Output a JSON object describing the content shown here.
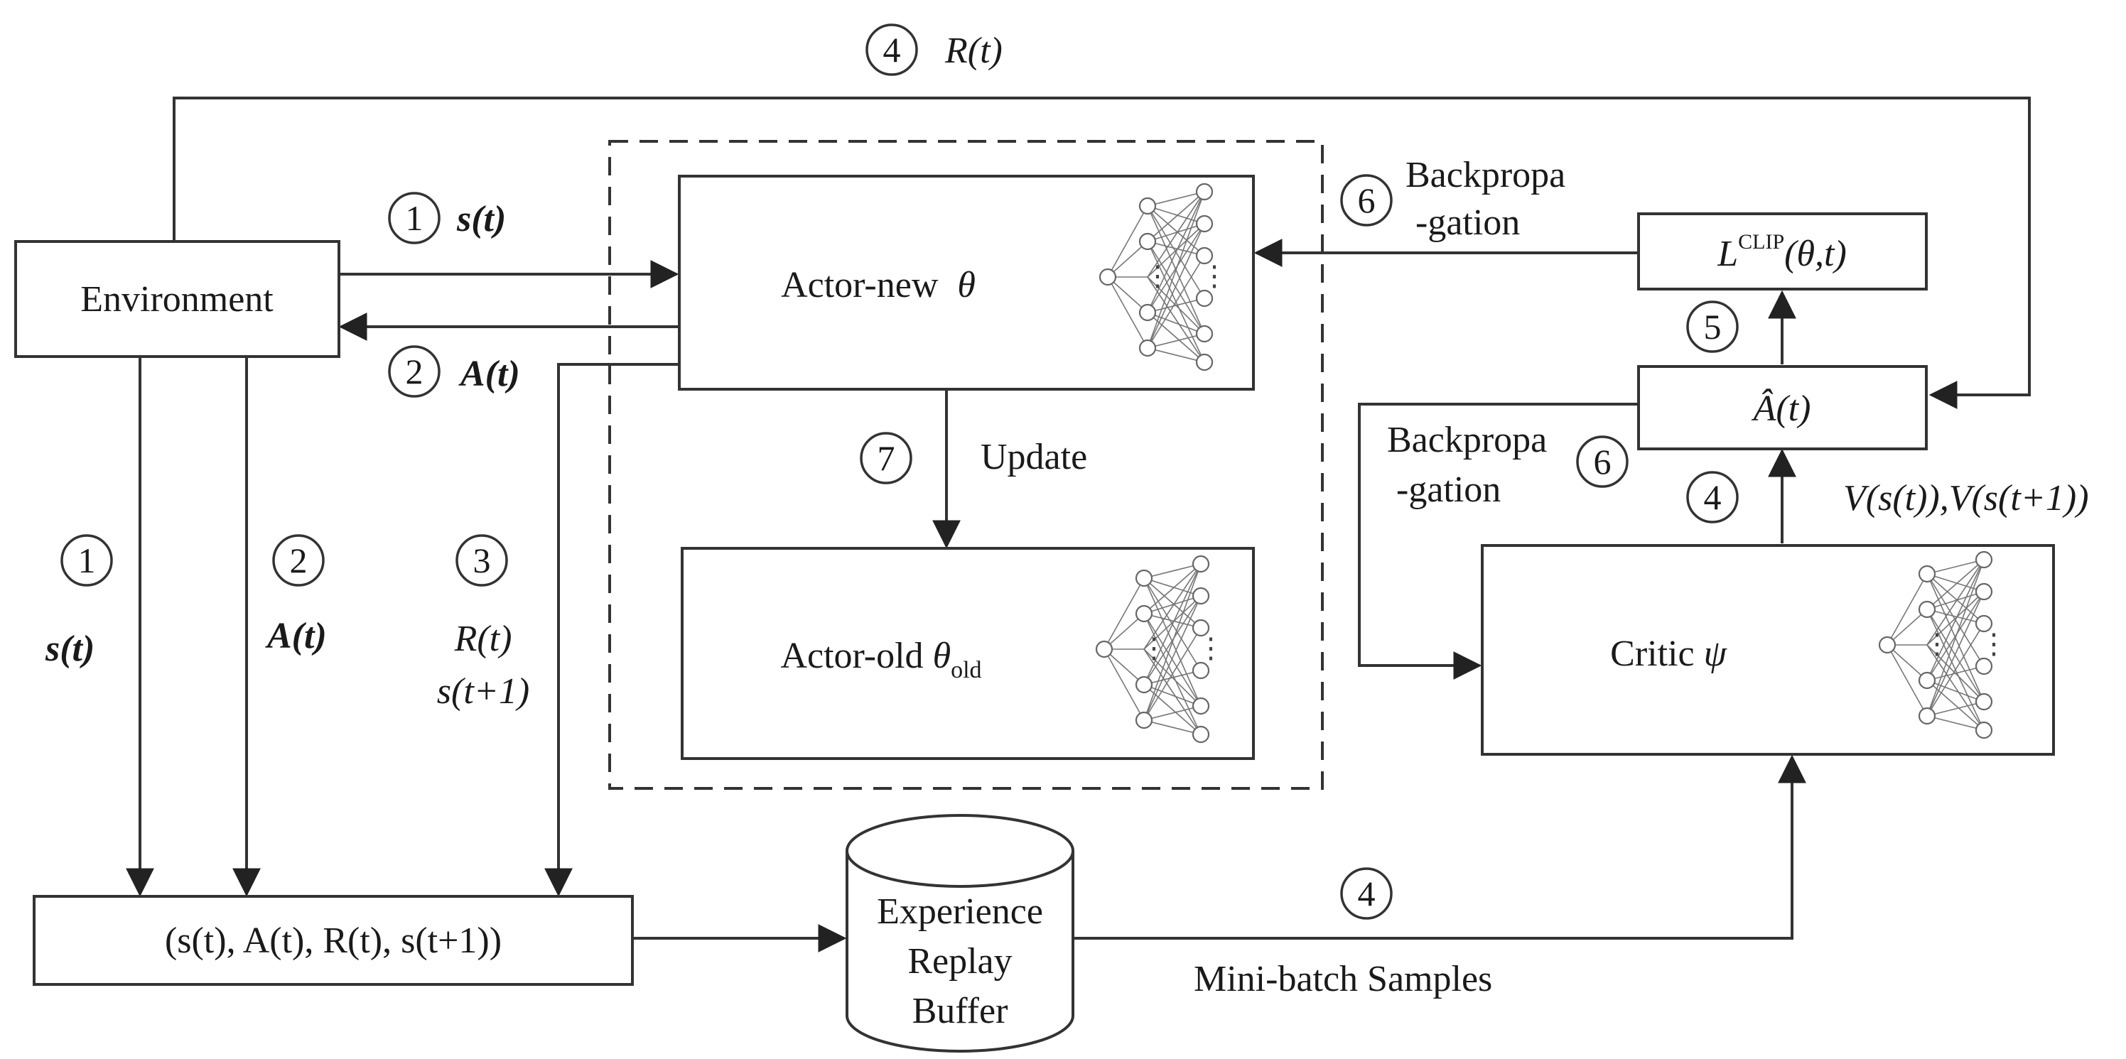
{
  "diagram": {
    "environment": "Environment",
    "actor_new": {
      "text": "Actor-new ",
      "symbol": "θ"
    },
    "actor_old": {
      "text": "Actor-old ",
      "symbol": "θ",
      "subscript": "old"
    },
    "critic": {
      "text": "Critic ",
      "symbol": "ψ"
    },
    "lclip": {
      "L": "L",
      "sup": "CLIP",
      "args": "(θ,t)"
    },
    "advantage": {
      "symbol": "Â",
      "args": "(t)"
    },
    "value_label": "V(s(t)),V(s(t+1))",
    "transition_tuple": "(s(t), A(t), R(t), s(t+1))",
    "buffer": {
      "line1": "Experience",
      "line2": "Replay",
      "line3": "Buffer"
    },
    "update_label": "Update",
    "minibatch_label": "Mini-batch Samples",
    "backprop_top": {
      "line1": "Backpropa",
      "line2": "-gation"
    },
    "backprop_mid": {
      "line1": "Backpropa",
      "line2": "-gation"
    },
    "labels": {
      "reward_top": "R(t)",
      "state_right": "s(t)",
      "action_left": "A(t)",
      "state_down": "s(t)",
      "action_down": "A(t)",
      "reward_down": "R(t)",
      "next_state_down": "s(t+1)"
    },
    "step_numbers": {
      "reward_top": "4",
      "state_right": "1",
      "action_left": "2",
      "state_down": "1",
      "action_down": "2",
      "reward_down": "3",
      "backprop_top": "6",
      "backprop_mid": "6",
      "update": "7",
      "lclip": "5",
      "value": "4",
      "minibatch": "4"
    }
  }
}
